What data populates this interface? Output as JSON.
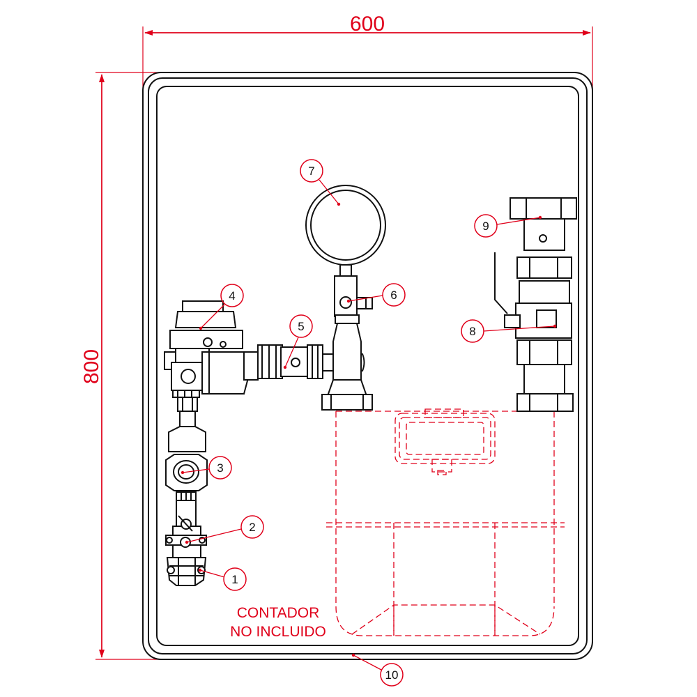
{
  "dimensions": {
    "width_label": "600",
    "height_label": "800"
  },
  "callouts": [
    {
      "num": "1"
    },
    {
      "num": "2"
    },
    {
      "num": "3"
    },
    {
      "num": "4"
    },
    {
      "num": "5"
    },
    {
      "num": "6"
    },
    {
      "num": "7"
    },
    {
      "num": "8"
    },
    {
      "num": "9"
    },
    {
      "num": "10"
    }
  ],
  "note": {
    "line1": "CONTADOR",
    "line2": "NO INCLUIDO"
  },
  "colors": {
    "annotation": "#e0001a",
    "linework": "#111111"
  }
}
